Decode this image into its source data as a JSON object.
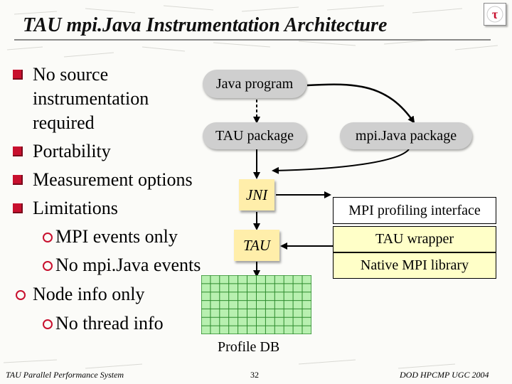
{
  "slide": {
    "title": "TAU mpi.Java Instrumentation Architecture"
  },
  "bullets": [
    {
      "marker": "square",
      "lines": [
        "No source",
        "instrumentation",
        "required"
      ]
    },
    {
      "marker": "square",
      "lines": [
        "Portability"
      ]
    },
    {
      "marker": "square",
      "lines": [
        "Measurement options"
      ]
    },
    {
      "marker": "square",
      "lines": [
        "Limitations"
      ]
    },
    {
      "marker": "ring",
      "lines": [
        "MPI events only"
      ]
    },
    {
      "marker": "ring",
      "lines": [
        "No mpi.Java events"
      ]
    },
    {
      "marker": "ring",
      "lines": [
        "Node info only"
      ]
    },
    {
      "marker": "ring",
      "lines": [
        "No thread info"
      ]
    }
  ],
  "diagram": {
    "java_program": "Java program",
    "tau_package": "TAU package",
    "mpijava_package": "mpi.Java package",
    "jni": "JNI",
    "tau": "TAU",
    "mpi_profiling": "MPI profiling interface",
    "tau_wrapper": "TAU wrapper",
    "native_mpi": "Native MPI library",
    "profile_db": "Profile DB"
  },
  "footer": {
    "left": "TAU Parallel Performance System",
    "center": "32",
    "right": "DOD HPCMP UGC 2004"
  },
  "colors": {
    "accent": "#c8102e",
    "pill": "#cfcfcf",
    "jni_box": "#ffeeaa",
    "wrapper_box": "#ffffc8",
    "grid_fill": "#b8f0b0",
    "grid_line": "#2e8b2e"
  },
  "icons": {
    "logo": "tau-logo-icon",
    "bullet_square": "square-bullet-icon",
    "bullet_ring": "ring-bullet-icon"
  }
}
